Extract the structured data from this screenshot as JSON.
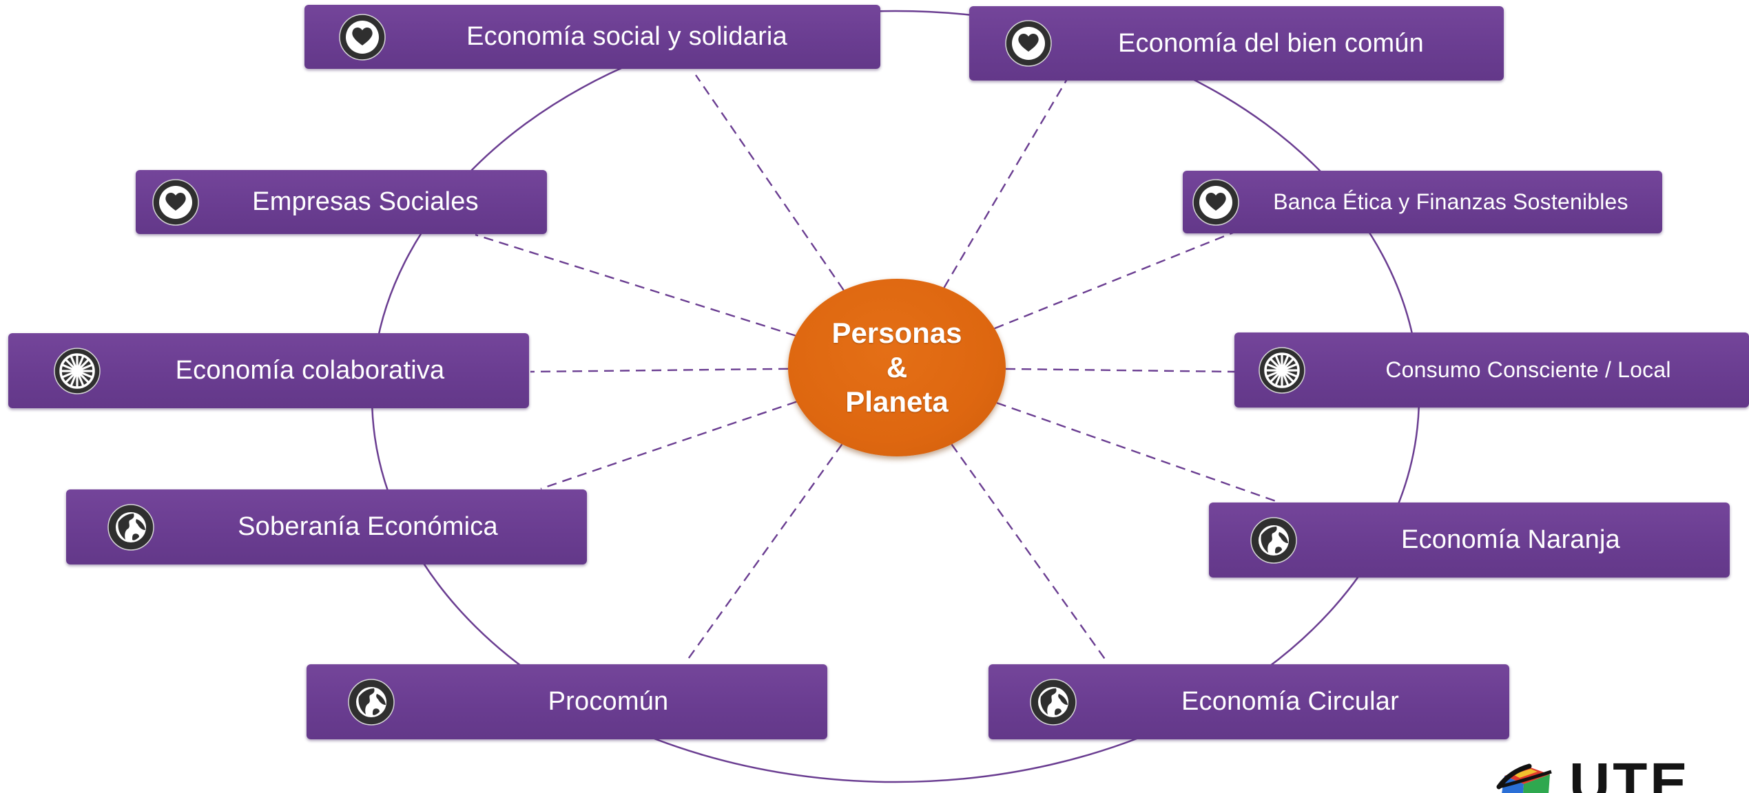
{
  "center": {
    "label": "Personas\n&\nPlaneta"
  },
  "nodes": [
    {
      "id": "economia-social-solidaria",
      "label": "Economía social y solidaria",
      "icon": "heart-icon"
    },
    {
      "id": "economia-bien-comun",
      "label": "Economía del bien común",
      "icon": "heart-icon"
    },
    {
      "id": "empresas-sociales",
      "label": "Empresas Sociales",
      "icon": "heart-icon"
    },
    {
      "id": "banca-etica",
      "label": "Banca Ética y Finanzas Sostenibles",
      "icon": "heart-icon"
    },
    {
      "id": "economia-colaborativa",
      "label": "Economía colaborativa",
      "icon": "wheel-icon"
    },
    {
      "id": "consumo-consciente",
      "label": "Consumo Consciente / Local",
      "icon": "wheel-icon"
    },
    {
      "id": "soberania-economica",
      "label": "Soberanía Económica",
      "icon": "globe-icon"
    },
    {
      "id": "economia-naranja",
      "label": "Economía Naranja",
      "icon": "globe-icon"
    },
    {
      "id": "procomun",
      "label": "Procomún",
      "icon": "globe-icon"
    },
    {
      "id": "economia-circular",
      "label": "Economía Circular",
      "icon": "globe-icon"
    }
  ],
  "colors": {
    "node_fill": "#6a3d91",
    "ring_stroke": "#6a3d91",
    "connector_stroke": "#6a3d91",
    "center_fill": "#de6710",
    "icon_disc": "#2f2f2f",
    "text": "#ffffff"
  },
  "logo": {
    "icon": "cube-logo-icon",
    "text": "UTE"
  }
}
